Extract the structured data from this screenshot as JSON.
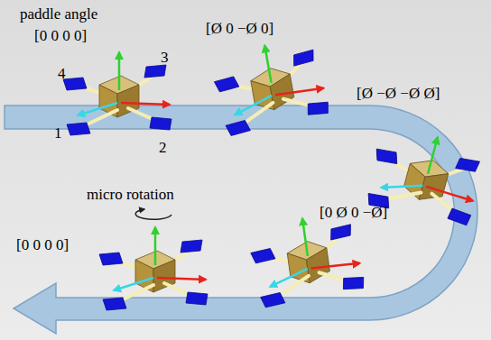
{
  "diagram": {
    "labels": [
      "paddle angle",
      "[0 0 0 0]",
      "4",
      "3",
      "1",
      "2",
      "[Ø 0 −Ø 0]",
      "[Ø −Ø −Ø Ø]",
      "micro rotation",
      "[0 0 0 0]",
      "[0 Ø 0 −Ø]"
    ]
  }
}
